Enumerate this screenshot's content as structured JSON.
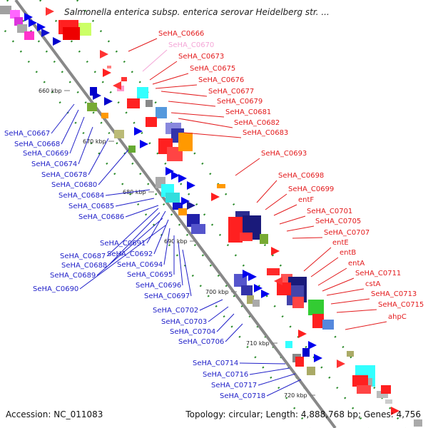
{
  "title": "Salmonella enterica subsp. enterica serovar Heidelberg str. ...",
  "accession_label": "Accession: NC_011083",
  "topology_label": "Topology: circular; Length: 4,888,768 bp; Genes: 4,756",
  "scale_ticks": [
    "660 kbp",
    "670 kbp",
    "680 kbp",
    "690 kbp",
    "700 kbp",
    "710 kbp",
    "720 kbp"
  ],
  "colors": {
    "plus_label": "#e31a1c",
    "minus_label": "#1f1fc8",
    "highlight_label": "#f4a6d7",
    "backbone": "#888888",
    "tick": "#2a8a2a"
  },
  "plus_strand_labels": [
    "SeHA_C0666",
    "SeHA_C0670",
    "SeHA_C0673",
    "SeHA_C0675",
    "SeHA_C0676",
    "SeHA_C0677",
    "SeHA_C0679",
    "SeHA_C0681",
    "SeHA_C0682",
    "SeHA_C0683",
    "SeHA_C0693",
    "SeHA_C0698",
    "SeHA_C0699",
    "entF",
    "SeHA_C0701",
    "SeHA_C0705",
    "SeHA_C0707",
    "entE",
    "entB",
    "entA",
    "SeHA_C0711",
    "cstA",
    "SeHA_C0713",
    "SeHA_C0715",
    "ahpC"
  ],
  "minus_strand_labels": [
    "SeHA_C0667",
    "SeHA_C0668",
    "SeHA_C0669",
    "SeHA_C0674",
    "SeHA_C0678",
    "SeHA_C0680",
    "SeHA_C0684",
    "SeHA_C0685",
    "SeHA_C0686",
    "SeHA_C0691",
    "SeHA_C0692",
    "SeHA_C0687",
    "SeHA_C0688",
    "SeHA_C0689",
    "SeHA_C0690",
    "SeHA_C0694",
    "SeHA_C0695",
    "SeHA_C0696",
    "SeHA_C0697",
    "SeHA_C0702",
    "SeHA_C0703",
    "SeHA_C0704",
    "SeHA_C0706",
    "SeHA_C0714",
    "SeHA_C0716",
    "SeHA_C0717",
    "SeHA_C0718"
  ]
}
